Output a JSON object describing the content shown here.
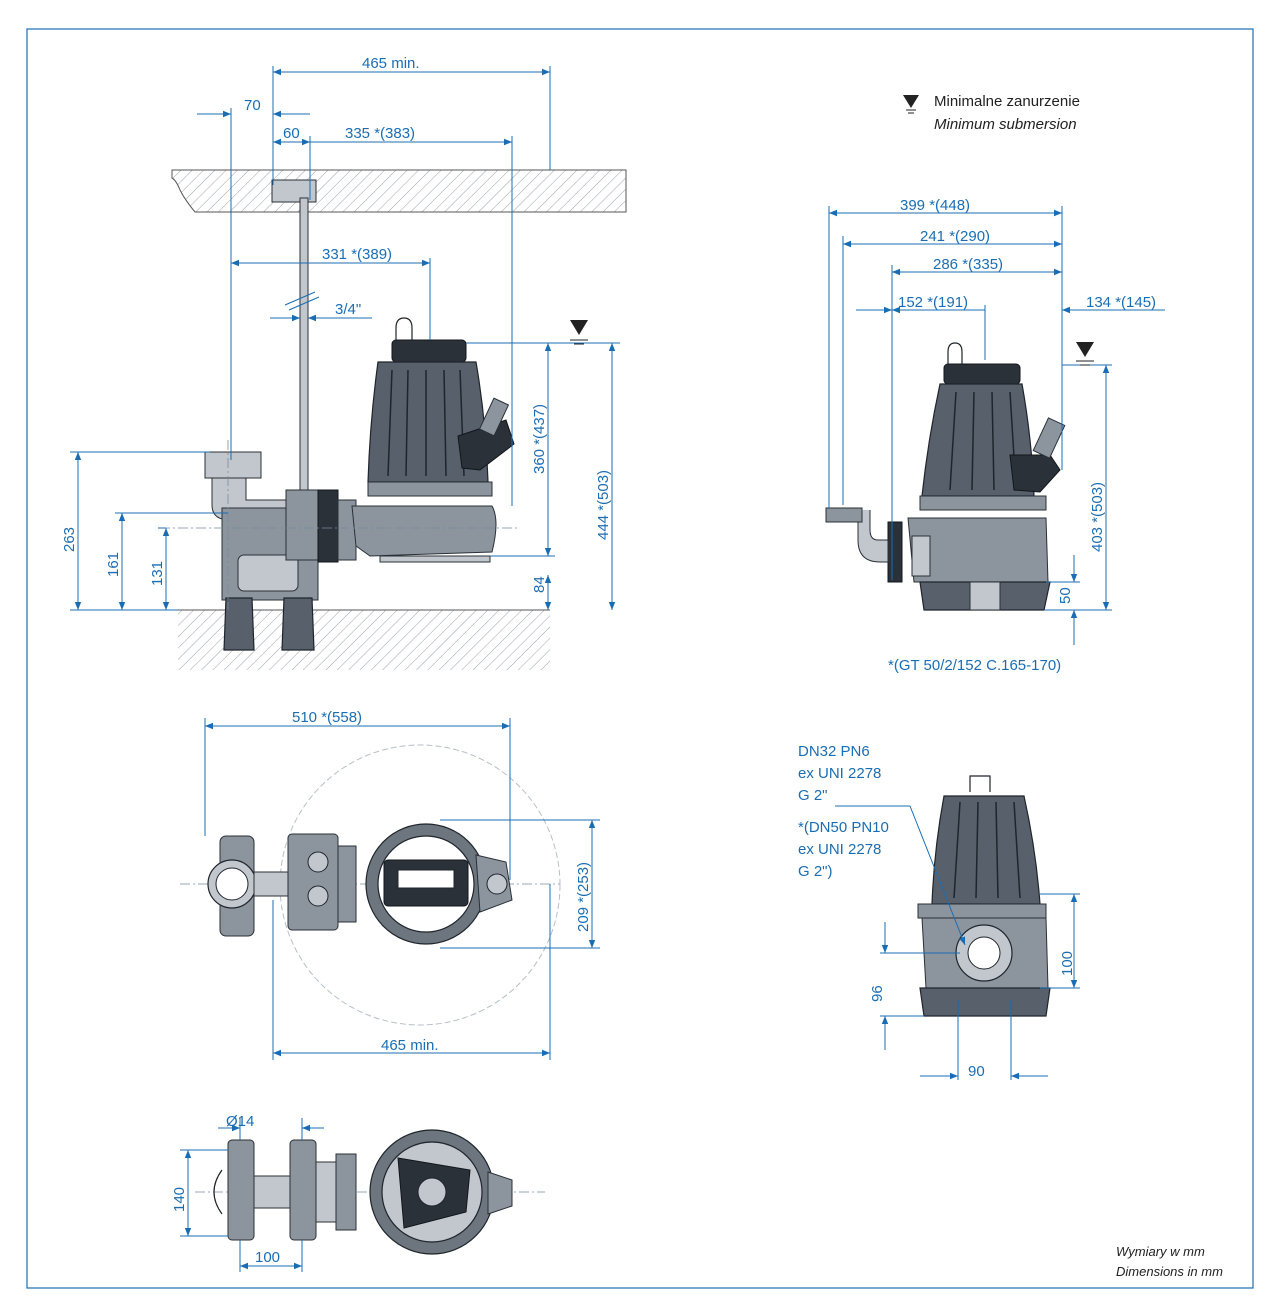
{
  "legend": {
    "symbol_icon": "water-level-triangle-icon",
    "line1": "Minimalne zanurzenie",
    "line2": "Minimum submersion"
  },
  "footer": {
    "line1": "Wymiary w mm",
    "line2": "Dimensions in mm"
  },
  "side_view": {
    "d465": "465 min.",
    "d70": "70",
    "d60": "60",
    "d335": "335 *(383)",
    "d331": "331 *(389)",
    "d34": "3/4\"",
    "d360": "360 *(437)",
    "d444": "444 *(503)",
    "d263": "263",
    "d161": "161",
    "d131": "131",
    "d84": "84"
  },
  "front_view": {
    "d399": "399 *(448)",
    "d241": "241 *(290)",
    "d286": "286 *(335)",
    "d152": "152 *(191)",
    "d134": "134 *(145)",
    "d403": "403 *(503)",
    "d50": "50",
    "note": "*(GT 50/2/152 C.165-170)"
  },
  "plan_view": {
    "d510": "510 *(558)",
    "d209": "209 *(253)",
    "d465": "465 min."
  },
  "outlet_view": {
    "n1": "DN32 PN6",
    "n2": "ex UNI 2278",
    "n3": "G 2\"",
    "n4": "*(DN50 PN10",
    "n5": "ex UNI 2278",
    "n6": "G 2\")",
    "d100": "100",
    "d96": "96",
    "d90": "90"
  },
  "base_view": {
    "d14": "Ø14",
    "d140": "140",
    "d100": "100"
  },
  "colors": {
    "frame": "#1b6db3",
    "dimension": "#1b6db3",
    "pump_body": "#57606b"
  }
}
